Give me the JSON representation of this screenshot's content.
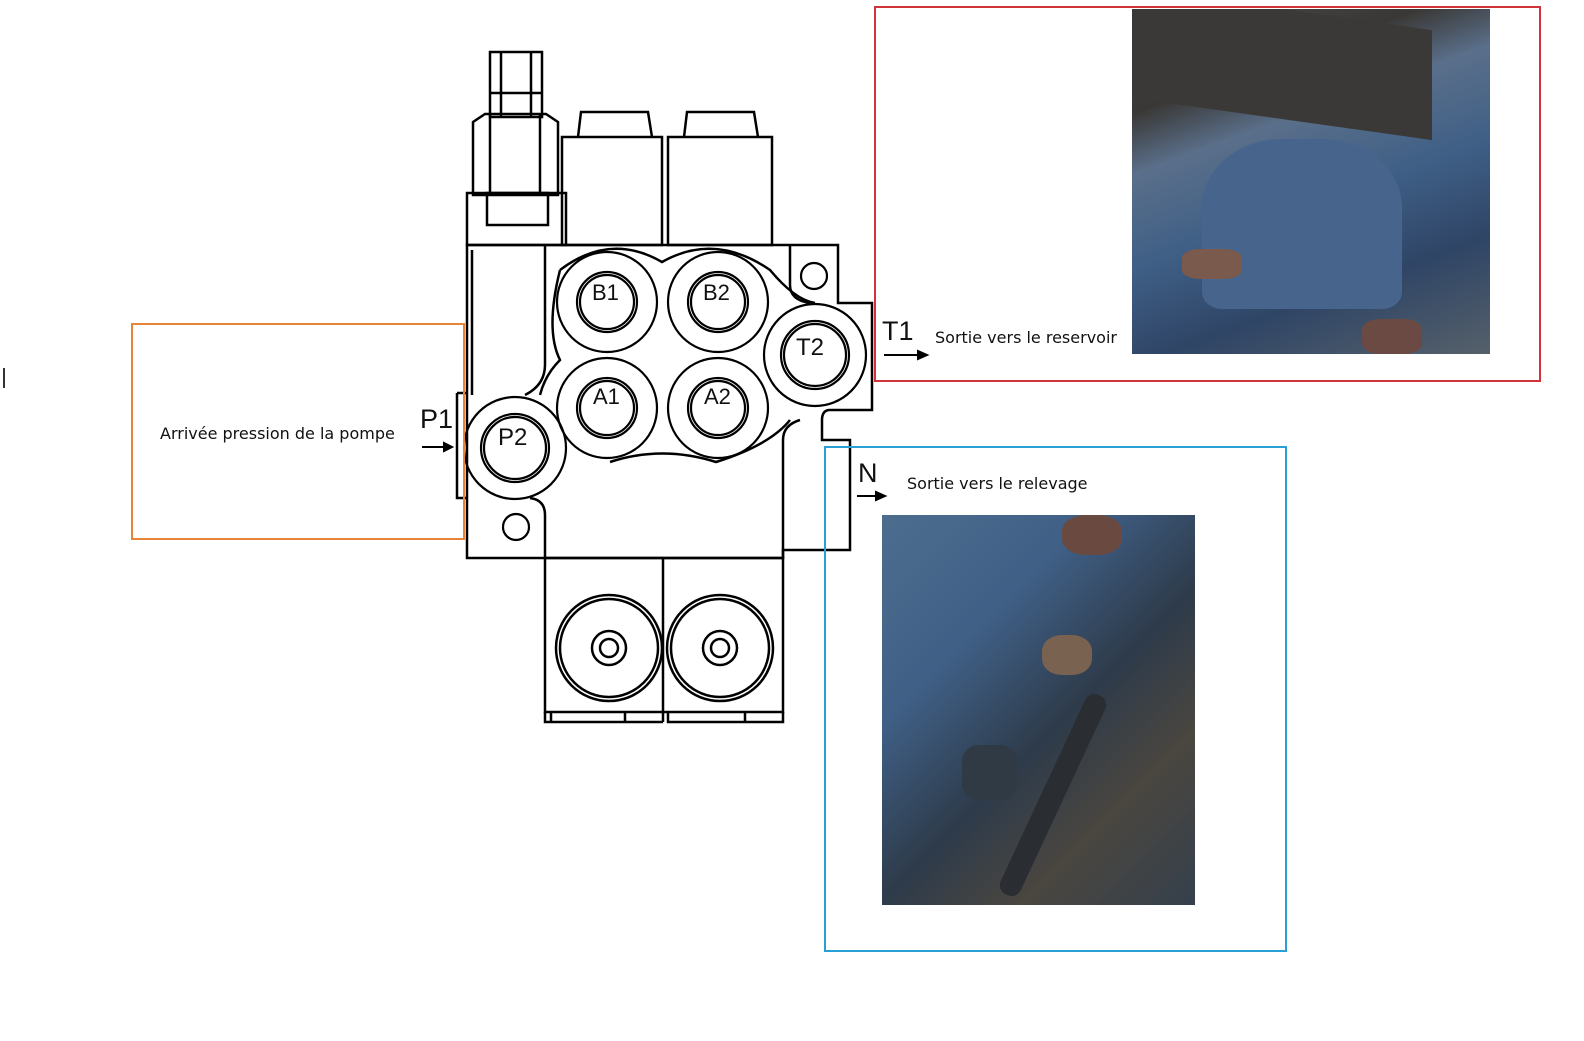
{
  "colors": {
    "pump_box": "#e8843a",
    "tank_box": "#d0343a",
    "lift_box": "#2a9fd6",
    "metal_blue": "#3f5f86"
  },
  "pump_inlet": {
    "port": "P1",
    "label": "Arrivée pression de la pompe"
  },
  "tank_outlet": {
    "port": "T1",
    "label": "Sortie vers le reservoir"
  },
  "lift_outlet": {
    "port": "N",
    "label": "Sortie vers le relevage"
  },
  "valve_ports": {
    "b1": "B1",
    "b2": "B2",
    "a1": "A1",
    "a2": "A2",
    "t2": "T2",
    "p2": "P2"
  }
}
